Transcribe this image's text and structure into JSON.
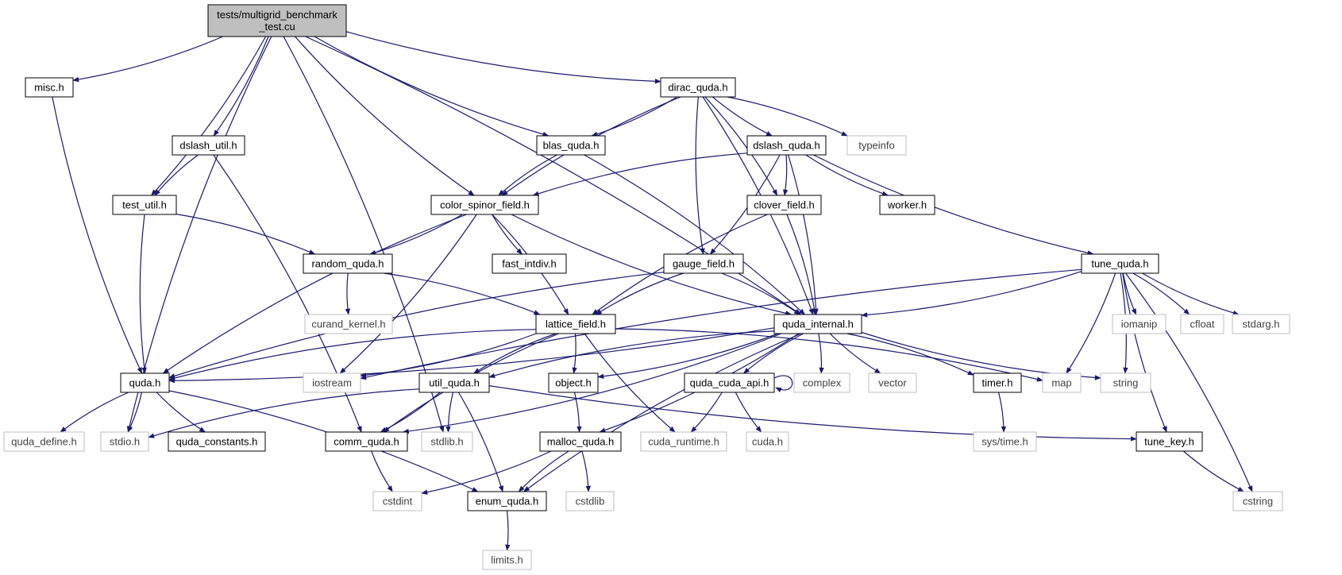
{
  "colors": {
    "edge": "#191970",
    "root_fill": "#bfbfbf",
    "node_border": "#000000",
    "external_border": "#bfbfbf",
    "external_text": "#404040",
    "node_text": "#000000"
  },
  "nodes": [
    {
      "id": "root",
      "lines": [
        "tests/multigrid_benchmark",
        "_test.cu"
      ],
      "kind": "root"
    },
    {
      "id": "misc",
      "lines": [
        "misc.h"
      ],
      "kind": "internal"
    },
    {
      "id": "dirac_quda",
      "lines": [
        "dirac_quda.h"
      ],
      "kind": "internal"
    },
    {
      "id": "dslash_util",
      "lines": [
        "dslash_util.h"
      ],
      "kind": "internal"
    },
    {
      "id": "blas_quda",
      "lines": [
        "blas_quda.h"
      ],
      "kind": "internal"
    },
    {
      "id": "dslash_quda",
      "lines": [
        "dslash_quda.h"
      ],
      "kind": "internal"
    },
    {
      "id": "typeinfo",
      "lines": [
        "typeinfo"
      ],
      "kind": "external"
    },
    {
      "id": "test_util",
      "lines": [
        "test_util.h"
      ],
      "kind": "internal"
    },
    {
      "id": "color_spinor_field",
      "lines": [
        "color_spinor_field.h"
      ],
      "kind": "internal"
    },
    {
      "id": "clover_field",
      "lines": [
        "clover_field.h"
      ],
      "kind": "internal"
    },
    {
      "id": "worker",
      "lines": [
        "worker.h"
      ],
      "kind": "internal"
    },
    {
      "id": "random_quda",
      "lines": [
        "random_quda.h"
      ],
      "kind": "internal"
    },
    {
      "id": "fast_intdiv",
      "lines": [
        "fast_intdiv.h"
      ],
      "kind": "internal"
    },
    {
      "id": "gauge_field",
      "lines": [
        "gauge_field.h"
      ],
      "kind": "internal"
    },
    {
      "id": "tune_quda",
      "lines": [
        "tune_quda.h"
      ],
      "kind": "internal"
    },
    {
      "id": "curand_kernel",
      "lines": [
        "curand_kernel.h"
      ],
      "kind": "external"
    },
    {
      "id": "lattice_field",
      "lines": [
        "lattice_field.h"
      ],
      "kind": "internal"
    },
    {
      "id": "quda_internal",
      "lines": [
        "quda_internal.h"
      ],
      "kind": "internal"
    },
    {
      "id": "iomanip",
      "lines": [
        "iomanip"
      ],
      "kind": "external"
    },
    {
      "id": "cfloat",
      "lines": [
        "cfloat"
      ],
      "kind": "external"
    },
    {
      "id": "stdarg",
      "lines": [
        "stdarg.h"
      ],
      "kind": "external"
    },
    {
      "id": "quda",
      "lines": [
        "quda.h"
      ],
      "kind": "internal"
    },
    {
      "id": "iostream",
      "lines": [
        "iostream"
      ],
      "kind": "external"
    },
    {
      "id": "util_quda",
      "lines": [
        "util_quda.h"
      ],
      "kind": "internal"
    },
    {
      "id": "object",
      "lines": [
        "object.h"
      ],
      "kind": "internal"
    },
    {
      "id": "quda_cuda_api",
      "lines": [
        "quda_cuda_api.h"
      ],
      "kind": "internal"
    },
    {
      "id": "complex",
      "lines": [
        "complex"
      ],
      "kind": "external"
    },
    {
      "id": "vector",
      "lines": [
        "vector"
      ],
      "kind": "external"
    },
    {
      "id": "timer",
      "lines": [
        "timer.h"
      ],
      "kind": "internal"
    },
    {
      "id": "map",
      "lines": [
        "map"
      ],
      "kind": "external"
    },
    {
      "id": "string",
      "lines": [
        "string"
      ],
      "kind": "external"
    },
    {
      "id": "quda_define",
      "lines": [
        "quda_define.h"
      ],
      "kind": "external"
    },
    {
      "id": "stdio",
      "lines": [
        "stdio.h"
      ],
      "kind": "external"
    },
    {
      "id": "quda_constants",
      "lines": [
        "quda_constants.h"
      ],
      "kind": "internal"
    },
    {
      "id": "comm_quda",
      "lines": [
        "comm_quda.h"
      ],
      "kind": "internal"
    },
    {
      "id": "stdlib",
      "lines": [
        "stdlib.h"
      ],
      "kind": "external"
    },
    {
      "id": "malloc_quda",
      "lines": [
        "malloc_quda.h"
      ],
      "kind": "internal"
    },
    {
      "id": "cuda_runtime",
      "lines": [
        "cuda_runtime.h"
      ],
      "kind": "external"
    },
    {
      "id": "cuda",
      "lines": [
        "cuda.h"
      ],
      "kind": "external"
    },
    {
      "id": "sys_time",
      "lines": [
        "sys/time.h"
      ],
      "kind": "external"
    },
    {
      "id": "tune_key",
      "lines": [
        "tune_key.h"
      ],
      "kind": "internal"
    },
    {
      "id": "cstdint",
      "lines": [
        "cstdint"
      ],
      "kind": "external"
    },
    {
      "id": "enum_quda",
      "lines": [
        "enum_quda.h"
      ],
      "kind": "internal"
    },
    {
      "id": "cstdlib",
      "lines": [
        "cstdlib"
      ],
      "kind": "external"
    },
    {
      "id": "cstring",
      "lines": [
        "cstring"
      ],
      "kind": "external"
    },
    {
      "id": "limits",
      "lines": [
        "limits.h"
      ],
      "kind": "external"
    }
  ],
  "edges": [
    [
      "root",
      "misc"
    ],
    [
      "root",
      "dirac_quda"
    ],
    [
      "root",
      "dslash_util"
    ],
    [
      "root",
      "blas_quda"
    ],
    [
      "root",
      "test_util"
    ],
    [
      "root",
      "color_spinor_field"
    ],
    [
      "root",
      "quda_internal"
    ],
    [
      "root",
      "stdio"
    ],
    [
      "root",
      "stdlib"
    ],
    [
      "misc",
      "quda"
    ],
    [
      "dirac_quda",
      "blas_quda"
    ],
    [
      "dirac_quda",
      "dslash_quda"
    ],
    [
      "dirac_quda",
      "typeinfo"
    ],
    [
      "dirac_quda",
      "color_spinor_field"
    ],
    [
      "dirac_quda",
      "clover_field"
    ],
    [
      "dirac_quda",
      "gauge_field"
    ],
    [
      "dirac_quda",
      "quda_internal"
    ],
    [
      "dslash_util",
      "test_util"
    ],
    [
      "dslash_util",
      "comm_quda"
    ],
    [
      "blas_quda",
      "color_spinor_field"
    ],
    [
      "blas_quda",
      "quda_internal"
    ],
    [
      "dslash_quda",
      "color_spinor_field"
    ],
    [
      "dslash_quda",
      "clover_field"
    ],
    [
      "dslash_quda",
      "worker"
    ],
    [
      "dslash_quda",
      "gauge_field"
    ],
    [
      "dslash_quda",
      "tune_quda"
    ],
    [
      "dslash_quda",
      "quda_internal"
    ],
    [
      "test_util",
      "quda"
    ],
    [
      "test_util",
      "random_quda"
    ],
    [
      "color_spinor_field",
      "quda"
    ],
    [
      "color_spinor_field",
      "random_quda"
    ],
    [
      "color_spinor_field",
      "fast_intdiv"
    ],
    [
      "color_spinor_field",
      "lattice_field"
    ],
    [
      "color_spinor_field",
      "quda_internal"
    ],
    [
      "color_spinor_field",
      "iostream"
    ],
    [
      "clover_field",
      "lattice_field"
    ],
    [
      "clover_field",
      "quda_internal"
    ],
    [
      "random_quda",
      "curand_kernel"
    ],
    [
      "random_quda",
      "lattice_field"
    ],
    [
      "gauge_field",
      "lattice_field"
    ],
    [
      "gauge_field",
      "quda_internal"
    ],
    [
      "gauge_field",
      "quda"
    ],
    [
      "tune_quda",
      "quda_internal"
    ],
    [
      "tune_quda",
      "iostream"
    ],
    [
      "tune_quda",
      "map"
    ],
    [
      "tune_quda",
      "iomanip"
    ],
    [
      "tune_quda",
      "cfloat"
    ],
    [
      "tune_quda",
      "stdarg"
    ],
    [
      "tune_quda",
      "string"
    ],
    [
      "tune_quda",
      "tune_key"
    ],
    [
      "tune_quda",
      "cstring"
    ],
    [
      "lattice_field",
      "quda"
    ],
    [
      "lattice_field",
      "iostream"
    ],
    [
      "lattice_field",
      "util_quda"
    ],
    [
      "lattice_field",
      "object"
    ],
    [
      "lattice_field",
      "comm_quda"
    ],
    [
      "lattice_field",
      "map"
    ],
    [
      "lattice_field",
      "cuda_runtime"
    ],
    [
      "quda_internal",
      "quda"
    ],
    [
      "quda_internal",
      "util_quda"
    ],
    [
      "quda_internal",
      "object"
    ],
    [
      "quda_internal",
      "quda_cuda_api"
    ],
    [
      "quda_internal",
      "complex"
    ],
    [
      "quda_internal",
      "vector"
    ],
    [
      "quda_internal",
      "timer"
    ],
    [
      "quda_internal",
      "string"
    ],
    [
      "quda_internal",
      "malloc_quda"
    ],
    [
      "quda_internal",
      "enum_quda"
    ],
    [
      "quda_internal",
      "comm_quda"
    ],
    [
      "quda",
      "quda_define"
    ],
    [
      "quda",
      "stdio"
    ],
    [
      "quda",
      "quda_constants"
    ],
    [
      "quda",
      "enum_quda"
    ],
    [
      "util_quda",
      "stdio"
    ],
    [
      "util_quda",
      "comm_quda"
    ],
    [
      "util_quda",
      "stdlib"
    ],
    [
      "util_quda",
      "enum_quda"
    ],
    [
      "util_quda",
      "tune_key"
    ],
    [
      "object",
      "malloc_quda"
    ],
    [
      "quda_cuda_api",
      "quda_cuda_api"
    ],
    [
      "quda_cuda_api",
      "cuda_runtime"
    ],
    [
      "quda_cuda_api",
      "cuda"
    ],
    [
      "timer",
      "sys_time"
    ],
    [
      "comm_quda",
      "cstdint"
    ],
    [
      "malloc_quda",
      "cstdint"
    ],
    [
      "malloc_quda",
      "enum_quda"
    ],
    [
      "malloc_quda",
      "cstdlib"
    ],
    [
      "tune_key",
      "cstring"
    ],
    [
      "enum_quda",
      "limits"
    ]
  ]
}
